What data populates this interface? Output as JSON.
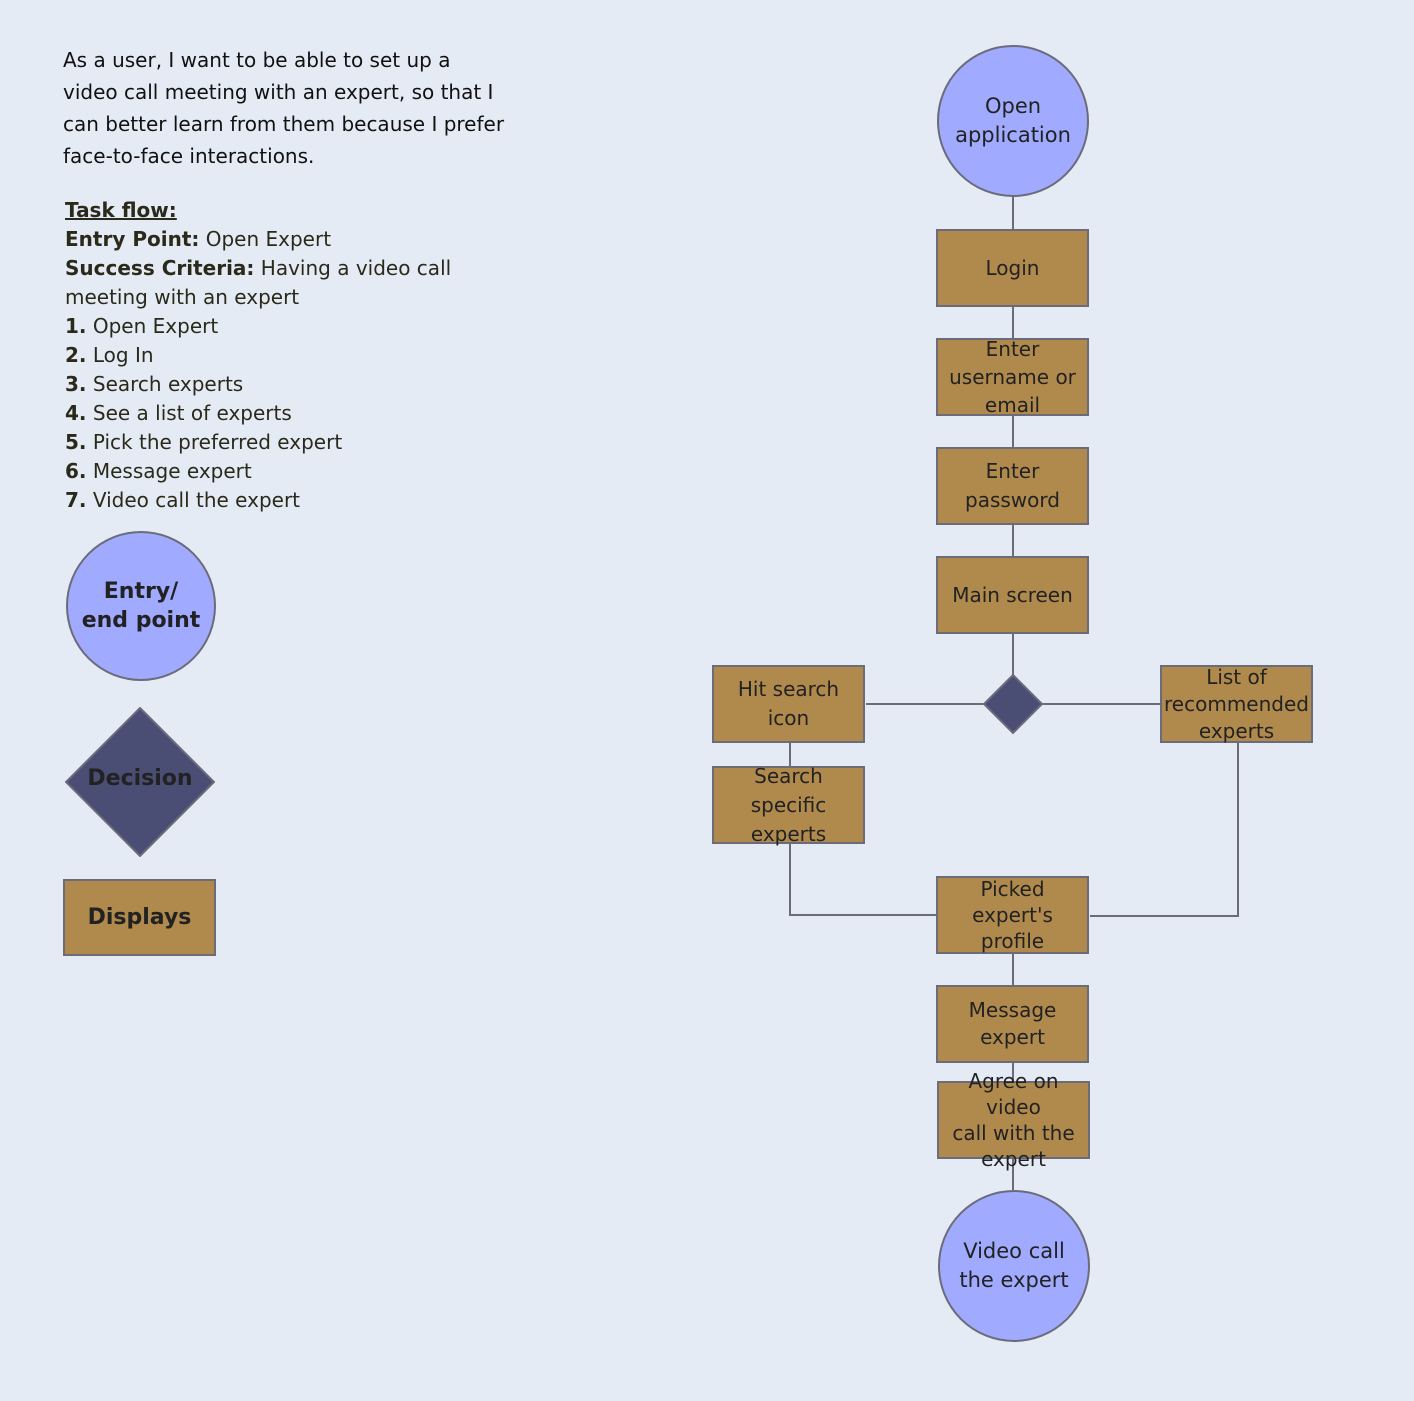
{
  "intro": {
    "line1": "As a user, I want to be able to set up a",
    "line2": "video call meeting with an expert, so that I",
    "line3": "can better learn from them because I prefer",
    "line4": "face-to-face interactions."
  },
  "taskflow": {
    "heading": "Task flow:",
    "entry_label": "Entry Point:",
    "entry_value": " Open Expert",
    "success_label": "Success Criteria:",
    "success_value_1": " Having a video call",
    "success_value_2": "meeting with an expert",
    "steps": [
      {
        "num": "1.",
        "text": " Open Expert"
      },
      {
        "num": "2.",
        "text": " Log In"
      },
      {
        "num": "3.",
        "text": " Search experts"
      },
      {
        "num": "4.",
        "text": " See a list of experts"
      },
      {
        "num": "5.",
        "text": " Pick the preferred expert"
      },
      {
        "num": "6.",
        "text": " Message expert"
      },
      {
        "num": "7.",
        "text": " Video call the expert"
      }
    ]
  },
  "legend": {
    "entry_line1": "Entry/",
    "entry_line2": "end point",
    "decision": "Decision",
    "displays": "Displays"
  },
  "colors": {
    "entry_fill": "#a0aaff",
    "display_fill": "#b08a4d",
    "decision_fill": "#4a4e75",
    "border": "#6b6b7a",
    "background": "#e5ebf5"
  },
  "nodes": {
    "open_app": [
      "Open",
      "application"
    ],
    "login": [
      "Login"
    ],
    "enter_user": [
      "Enter",
      "username or",
      "email"
    ],
    "enter_pass": [
      "Enter",
      "password"
    ],
    "main_screen": [
      "Main screen"
    ],
    "hit_search": [
      "Hit search",
      "icon"
    ],
    "search_specific": [
      "Search specific",
      "experts"
    ],
    "list_recommended": [
      "List of",
      "recommended",
      "experts"
    ],
    "picked_profile": [
      "Picked",
      "expert's",
      "profile"
    ],
    "message_expert": [
      "Message",
      "expert"
    ],
    "agree_video": [
      "Agree on video",
      "call with the",
      "expert"
    ],
    "video_call": [
      "Video call",
      "the expert"
    ]
  }
}
